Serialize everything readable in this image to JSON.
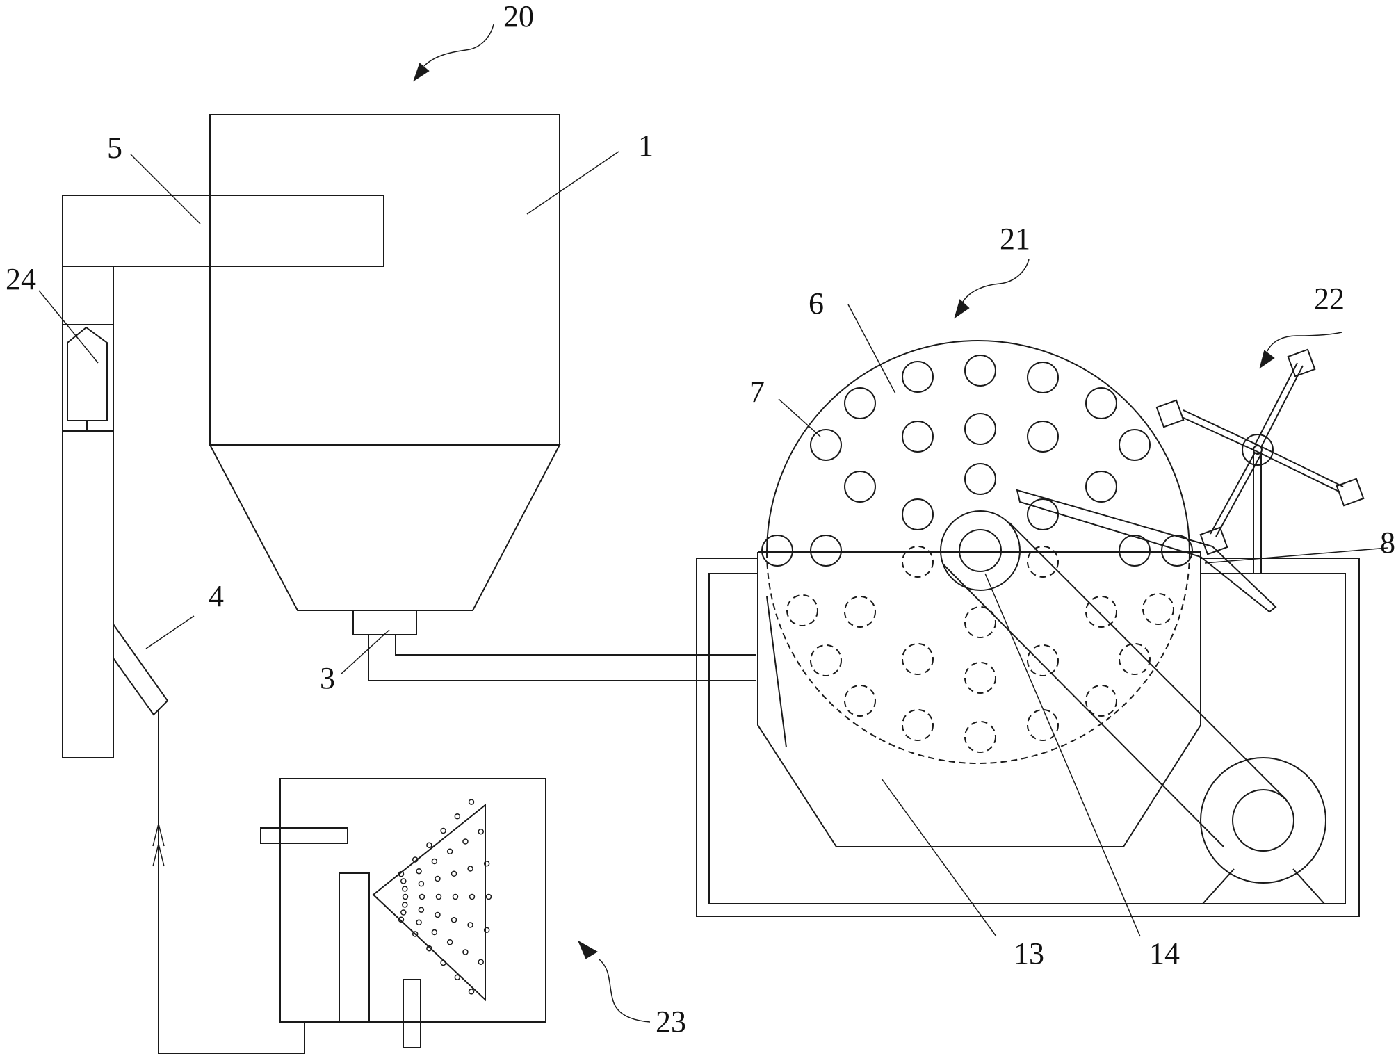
{
  "labels": {
    "l1": "1",
    "l3": "3",
    "l4": "4",
    "l5": "5",
    "l6": "6",
    "l7": "7",
    "l8": "8",
    "l13": "13",
    "l14": "14",
    "l20": "20",
    "l21": "21",
    "l22": "22",
    "l23": "23",
    "l24": "24"
  }
}
